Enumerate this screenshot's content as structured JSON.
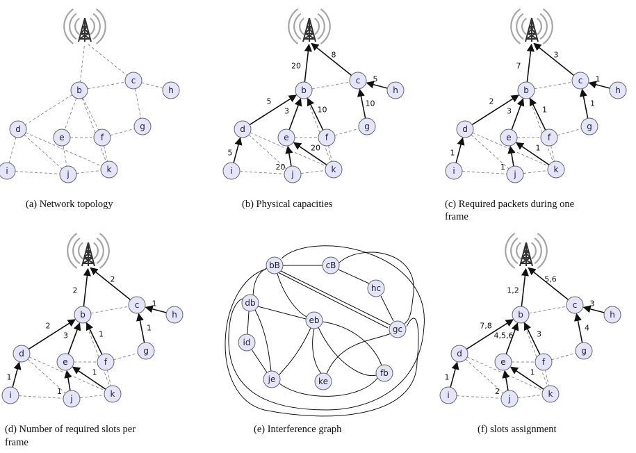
{
  "captions": {
    "a": "(a)  Network topology",
    "b": "(b)  Physical capacities",
    "c_line1": "(c)  Required packets during one",
    "c_line2": "frame",
    "d_line1": "(d)  Number of required slots per",
    "d_line2": "frame",
    "e": "(e)  Interference graph",
    "f": "(f)  slots assignment"
  },
  "network": {
    "nodes": [
      "b",
      "c",
      "h",
      "d",
      "e",
      "f",
      "g",
      "i",
      "j",
      "k"
    ],
    "tower_icon": "radio-tower-icon",
    "physical_edges": [
      [
        "T",
        "b"
      ],
      [
        "T",
        "c"
      ],
      [
        "b",
        "c"
      ],
      [
        "c",
        "h"
      ],
      [
        "c",
        "g"
      ],
      [
        "b",
        "d"
      ],
      [
        "b",
        "e"
      ],
      [
        "b",
        "f"
      ],
      [
        "b",
        "k"
      ],
      [
        "d",
        "i"
      ],
      [
        "d",
        "j"
      ],
      [
        "d",
        "k"
      ],
      [
        "e",
        "f"
      ],
      [
        "e",
        "j"
      ],
      [
        "f",
        "g"
      ],
      [
        "f",
        "k"
      ],
      [
        "i",
        "j"
      ],
      [
        "j",
        "k"
      ]
    ]
  },
  "panels": {
    "b": {
      "routing_tree": [
        [
          "b",
          "T"
        ],
        [
          "c",
          "T"
        ],
        [
          "h",
          "c"
        ],
        [
          "g",
          "c"
        ],
        [
          "d",
          "b"
        ],
        [
          "e",
          "b"
        ],
        [
          "f",
          "b"
        ],
        [
          "i",
          "d"
        ],
        [
          "j",
          "e"
        ],
        [
          "k",
          "e"
        ]
      ],
      "labels": {
        "b-T": "20",
        "c-T": "8",
        "h-c": "5",
        "g-c": "10",
        "d-b": "5",
        "e-b": "3",
        "f-b": "10",
        "i-d": "5",
        "j-e": "20",
        "k-e": "20"
      }
    },
    "c": {
      "labels": {
        "b-T": "7",
        "c-T": "3",
        "h-c": "1",
        "g-c": "1",
        "d-b": "2",
        "e-b": "3",
        "f-b": "1",
        "i-d": "1",
        "j-e": "1",
        "k-e": "1"
      }
    },
    "d": {
      "labels": {
        "b-T": "2",
        "c-T": "2",
        "h-c": "1",
        "g-c": "1",
        "d-b": "2",
        "e-b": "3",
        "f-b": "1",
        "i-d": "1",
        "j-e": "1",
        "k-e": "1"
      }
    },
    "f": {
      "labels": {
        "b-T": "1,2",
        "c-T": "5,6",
        "h-c": "3",
        "g-c": "4",
        "d-b": "7,8",
        "e-b": "4,5,6",
        "f-b": "3",
        "i-d": "1",
        "j-e": "2",
        "k-e": "1"
      }
    }
  },
  "interference": {
    "nodes": [
      "bB",
      "cB",
      "hc",
      "db",
      "eb",
      "gc",
      "id",
      "je",
      "ke",
      "fb"
    ]
  }
}
